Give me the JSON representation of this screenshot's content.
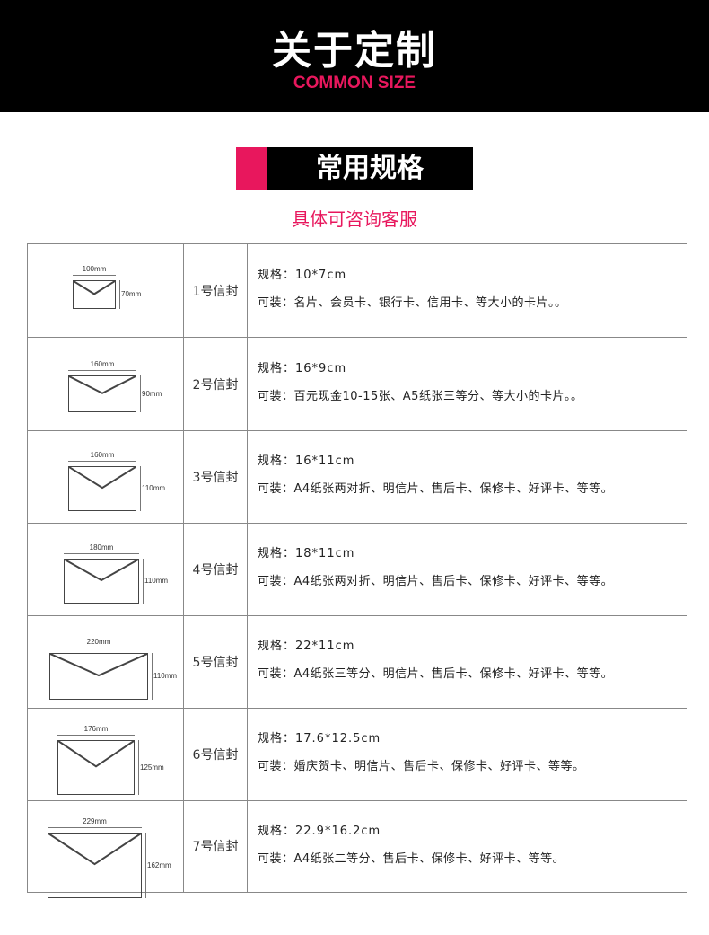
{
  "header": {
    "title": "关于定制",
    "subtitle": "COMMON SIZE"
  },
  "section": {
    "title": "常用规格",
    "note": "具体可咨询客服"
  },
  "rows": [
    {
      "name": "1号信封",
      "spec": "规格：10*7cm",
      "use": "可装：名片、会员卡、银行卡、信用卡、等大小的卡片。。",
      "w_label": "100mm",
      "h_label": "70mm"
    },
    {
      "name": "2号信封",
      "spec": "规格：16*9cm",
      "use": "可装：百元现金10-15张、A5纸张三等分、等大小的卡片。。",
      "w_label": "160mm",
      "h_label": "90mm"
    },
    {
      "name": "3号信封",
      "spec": "规格：16*11cm",
      "use": "可装：A4纸张两对折、明信片、售后卡、保修卡、好评卡、等等。",
      "w_label": "160mm",
      "h_label": "110mm"
    },
    {
      "name": "4号信封",
      "spec": "规格：18*11cm",
      "use": "可装：A4纸张两对折、明信片、售后卡、保修卡、好评卡、等等。",
      "w_label": "180mm",
      "h_label": "110mm"
    },
    {
      "name": "5号信封",
      "spec": "规格：22*11cm",
      "use": "可装：A4纸张三等分、明信片、售后卡、保修卡、好评卡、等等。",
      "w_label": "220mm",
      "h_label": "110mm"
    },
    {
      "name": "6号信封",
      "spec": "规格：17.6*12.5cm",
      "use": "可装：婚庆贺卡、明信片、售后卡、保修卡、好评卡、等等。",
      "w_label": "176mm",
      "h_label": "125mm"
    },
    {
      "name": "7号信封",
      "spec": "规格：22.9*16.2cm",
      "use": "可装：A4纸张二等分、售后卡、保修卡、好评卡、等等。",
      "w_label": "229mm",
      "h_label": "162mm"
    }
  ]
}
